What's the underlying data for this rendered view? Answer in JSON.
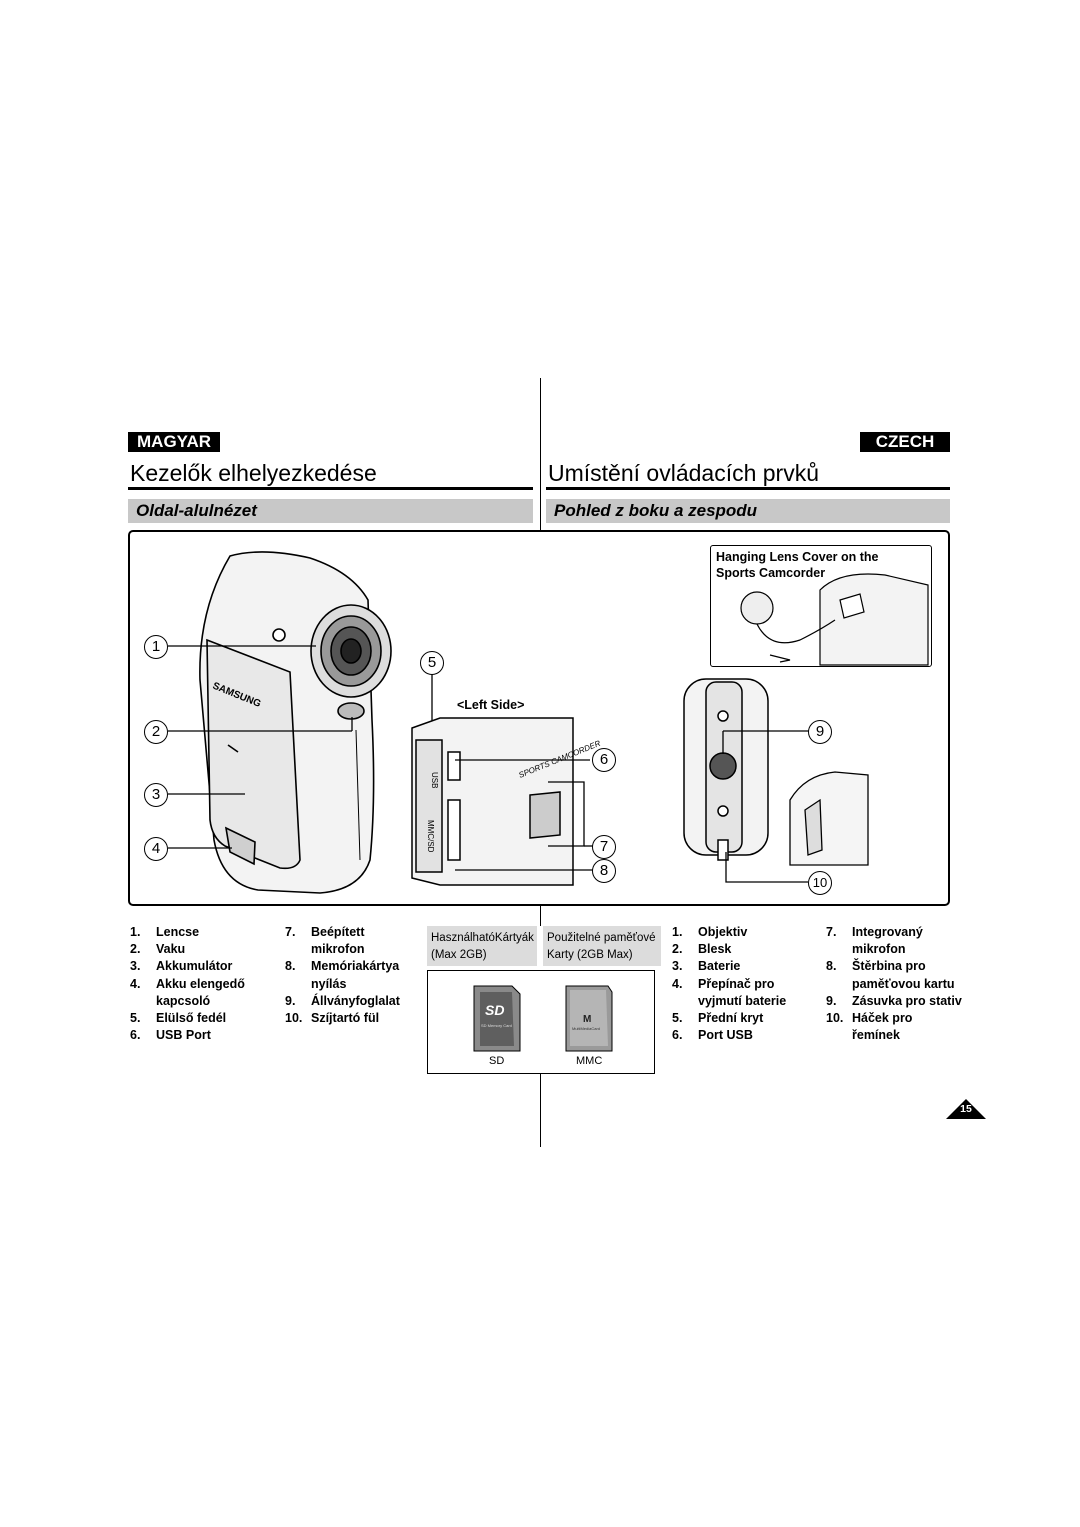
{
  "header": {
    "left_lang": "MAGYAR",
    "right_lang": "CZECH",
    "left_title": "Kezelők elhelyezkedése",
    "right_title": "Umístění ovládacích prvků",
    "left_subtitle": "Oldal-alulnézet",
    "right_subtitle": "Pohled z boku a zespodu"
  },
  "figure": {
    "inset_caption_line1": "Hanging Lens Cover on the",
    "inset_caption_line2": "Sports Camcorder",
    "left_side_label": "<Left Side>",
    "callouts": [
      "1",
      "2",
      "3",
      "4",
      "5",
      "6",
      "7",
      "8",
      "9",
      "10"
    ],
    "camera_text": "SAMSUNG",
    "port_usb": "USB",
    "port_mmc": "MMC/SD",
    "body_text": "SPORTS CAMCORDER"
  },
  "legend_hu_col1": [
    {
      "n": "1.",
      "t": "Lencse"
    },
    {
      "n": "2.",
      "t": "Vaku"
    },
    {
      "n": "3.",
      "t": "Akkumulátor"
    },
    {
      "n": "4.",
      "t": "Akku elengedő"
    },
    {
      "n": "",
      "t": "kapcsoló"
    },
    {
      "n": "5.",
      "t": "Elülső fedél"
    },
    {
      "n": "6.",
      "t": "USB Port"
    }
  ],
  "legend_hu_col2": [
    {
      "n": "7.",
      "t": "Beépített"
    },
    {
      "n": "",
      "t": "mikrofon"
    },
    {
      "n": "8.",
      "t": "Memóriakártya"
    },
    {
      "n": "",
      "t": "nyílás"
    },
    {
      "n": "9.",
      "t": "Állványfoglalat"
    },
    {
      "n": "10.",
      "t": "Szíjtartó fül"
    }
  ],
  "legend_cz_col1": [
    {
      "n": "1.",
      "t": "Objektiv"
    },
    {
      "n": "2.",
      "t": "Blesk"
    },
    {
      "n": "3.",
      "t": "Baterie"
    },
    {
      "n": "4.",
      "t": "Přepínač pro"
    },
    {
      "n": "",
      "t": "vyjmutí baterie"
    },
    {
      "n": "5.",
      "t": "Přední kryt"
    },
    {
      "n": "6.",
      "t": "Port USB"
    }
  ],
  "legend_cz_col2": [
    {
      "n": "7.",
      "t": "Integrovaný"
    },
    {
      "n": "",
      "t": "mikrofon"
    },
    {
      "n": "8.",
      "t": "Štěrbina pro"
    },
    {
      "n": "",
      "t": "paměťovou kartu"
    },
    {
      "n": "9.",
      "t": "Zásuvka pro stativ"
    },
    {
      "n": "10.",
      "t": "Háček pro"
    },
    {
      "n": "",
      "t": "řemínek"
    }
  ],
  "memory": {
    "hu_line1": "HasználhatóKártyák",
    "hu_line2": "(Max 2GB)",
    "cz_line1": "Použitelné paměťové",
    "cz_line2": "Karty (2GB Max)",
    "sd_label": "SD",
    "mmc_label": "MMC",
    "sd_logo": "SD",
    "sd_card_text": "SD Memory Card",
    "mmc_logo": "M",
    "mmc_card_text": "MultiMediaCard"
  },
  "page_number": "15"
}
